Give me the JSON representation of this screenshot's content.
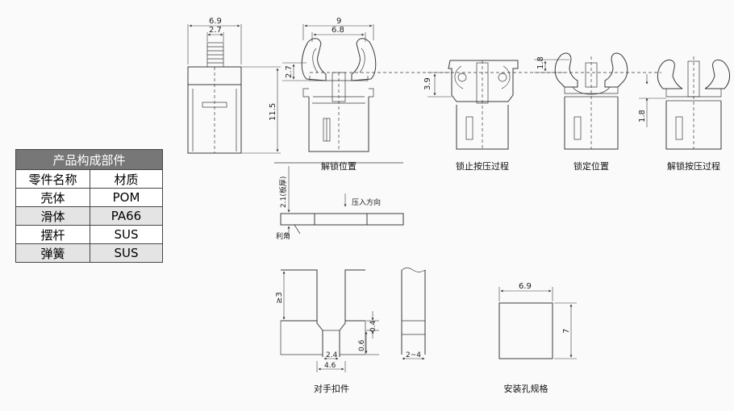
{
  "table": {
    "title": "产品构成部件",
    "col_headers": [
      "零件名称",
      "材质"
    ],
    "rows": [
      [
        "壳体",
        "POM"
      ],
      [
        "滑体",
        "PA66"
      ],
      [
        "摆杆",
        "SUS"
      ],
      [
        "弹簧",
        "SUS"
      ]
    ]
  },
  "top_views": {
    "dims": {
      "w_total": "6.9",
      "w_inner": "2.7",
      "h_total": "11.5",
      "w_unlock": "9",
      "w_unlock_inner": "6.8",
      "h_unlock": "2.7",
      "h_press": "3.9",
      "h_stop": "1.8",
      "h_unlock_press": "1.8"
    },
    "captions": [
      "解锁位置",
      "锁止按压过程",
      "锁定位置",
      "解锁按压过程"
    ]
  },
  "panel_section": {
    "thickness_label": "2.1(板厚)",
    "press_direction": "压入方向",
    "sharp_edge": "利角"
  },
  "mating": {
    "caption": "对手扣件",
    "dims": {
      "min_height": "≥3",
      "chamfer": "0.4",
      "depth": "0.6",
      "inner_width": "2.4",
      "outer_width": "4.6",
      "panel_range": "2~4"
    }
  },
  "mount_hole": {
    "caption": "安装孔规格",
    "width": "6.9",
    "height": "7"
  }
}
